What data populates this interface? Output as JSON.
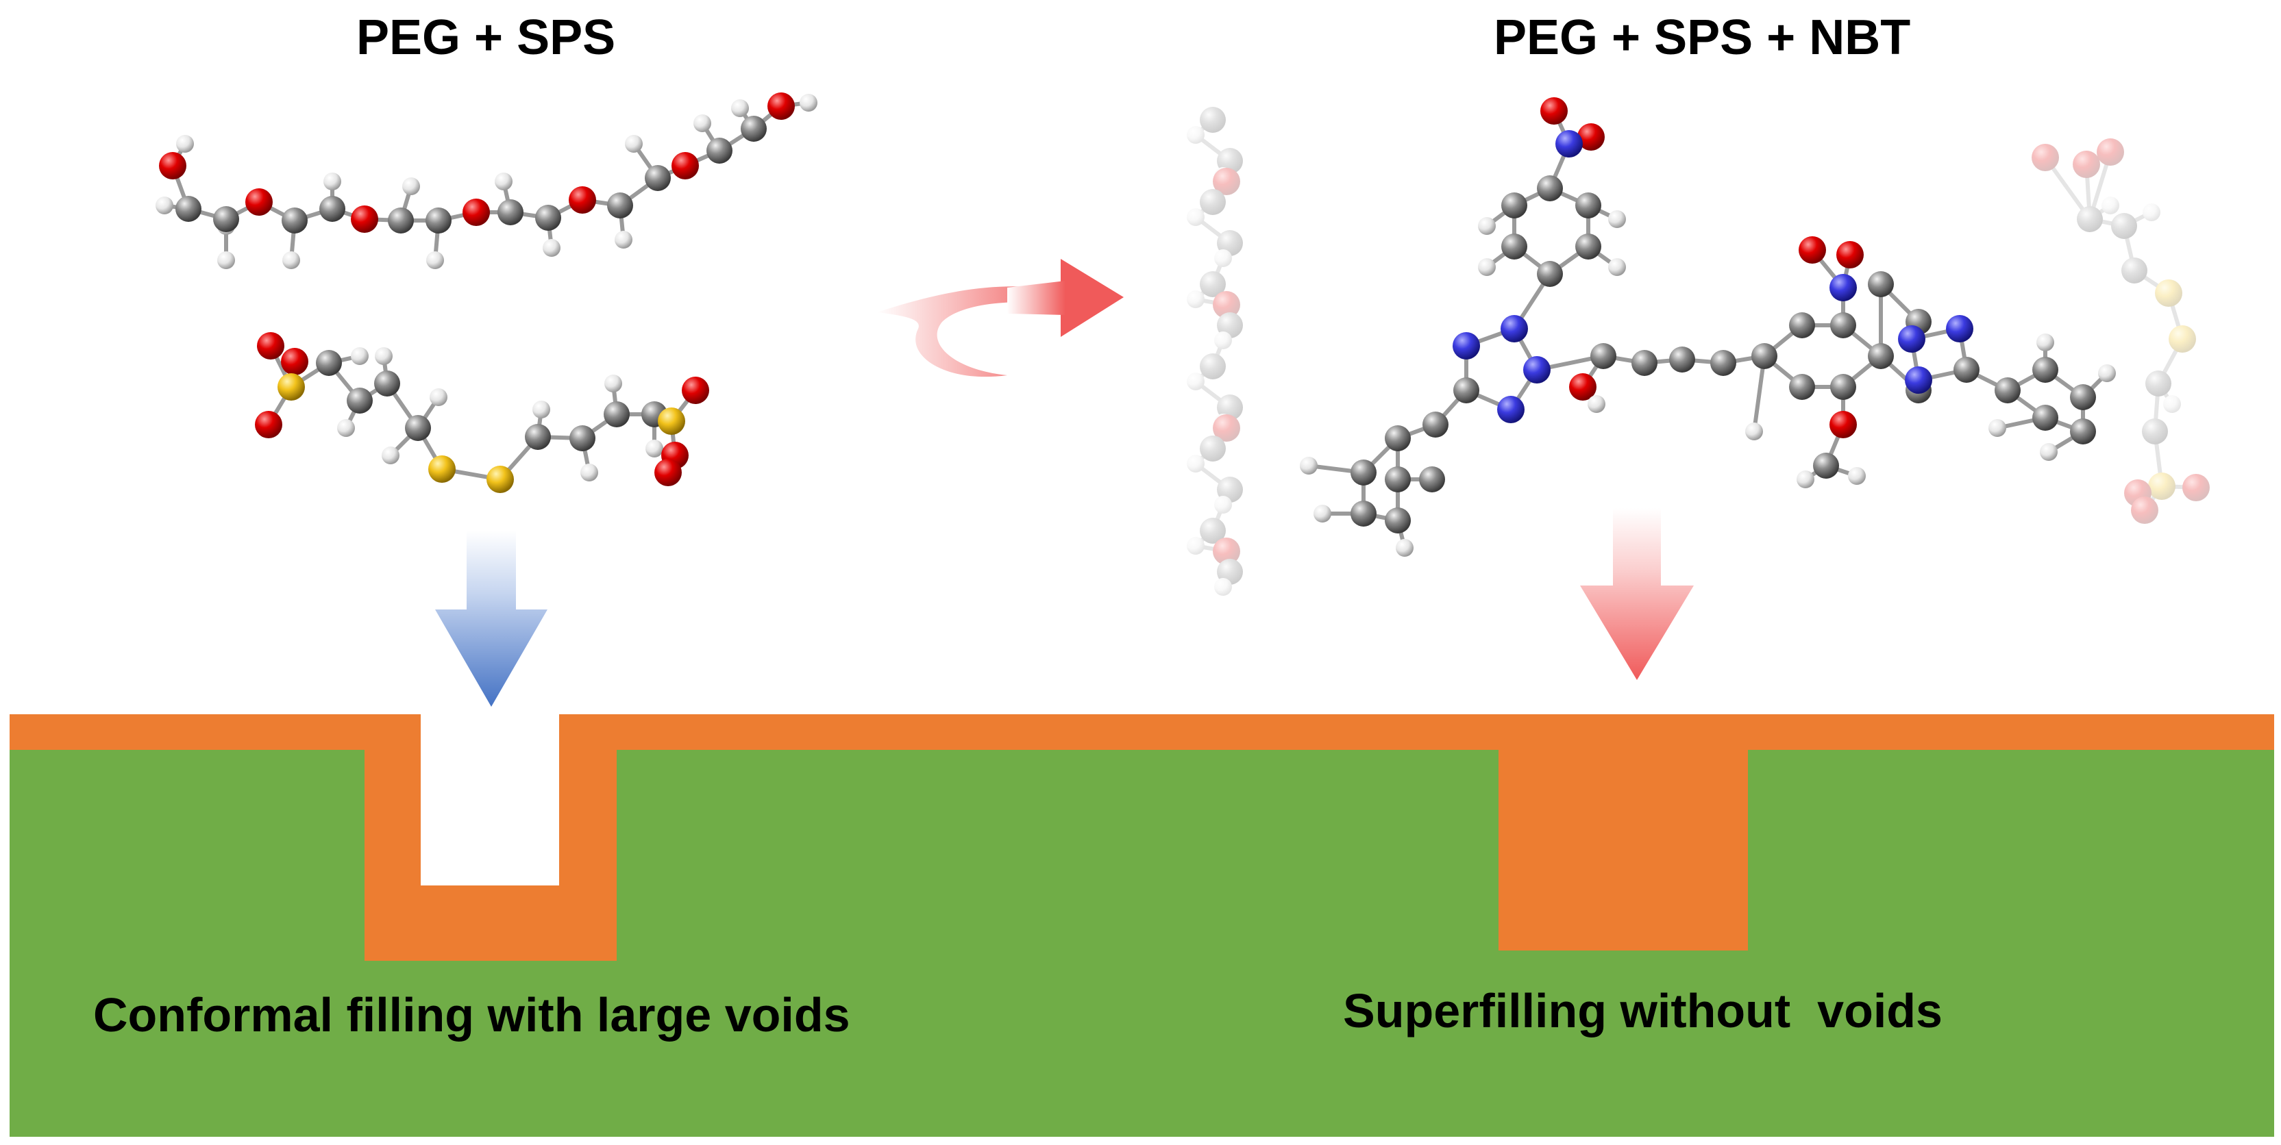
{
  "left_panel": {
    "title": "PEG + SPS",
    "caption": "Conformal filling with large voids"
  },
  "right_panel": {
    "title": "PEG + SPS + NBT",
    "caption": "Superfilling without  voids"
  },
  "colors": {
    "substrate": "#70AD47",
    "copper_layer": "#ED7D31",
    "carbon": "#8C8C8C",
    "hydrogen": "#E6E6E6",
    "oxygen": "#E00000",
    "sulfur": "#F2C21B",
    "nitrogen": "#3B3BE0",
    "arrow_blue": "#4472C4",
    "arrow_red": "#F06060"
  }
}
